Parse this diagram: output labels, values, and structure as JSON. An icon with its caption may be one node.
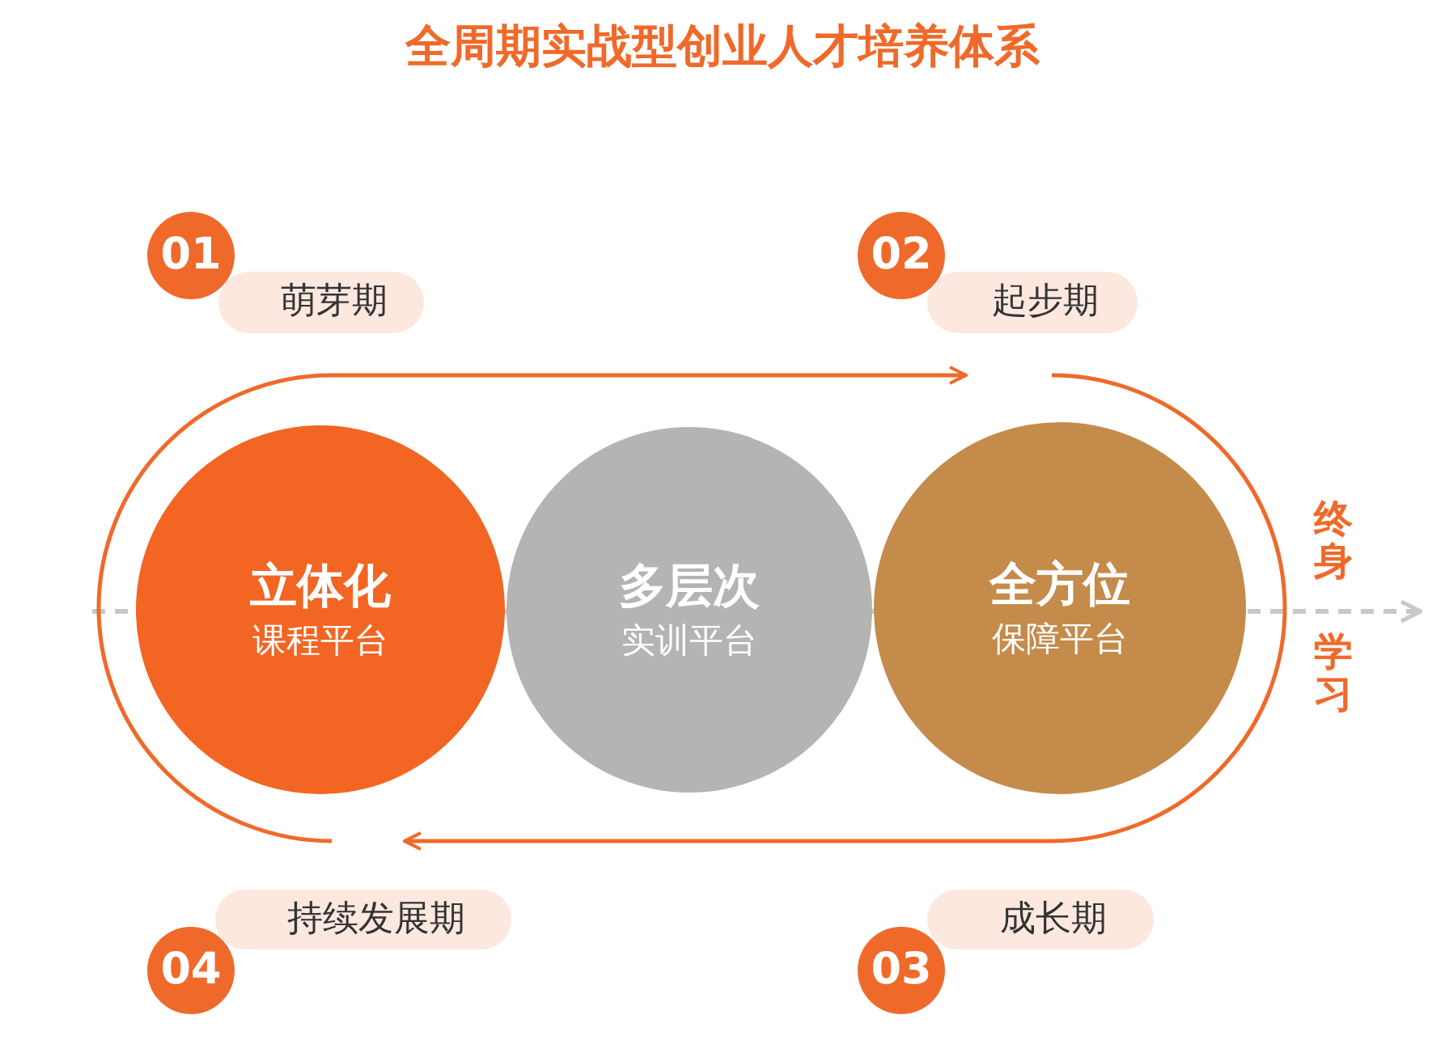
{
  "diagram": {
    "title": "全周期实战型创业人才培养体系",
    "nodes": [
      {
        "text": [
          "01"
        ]
      },
      {
        "text": [
          "萌芽期"
        ]
      },
      {
        "text": [
          "02"
        ]
      },
      {
        "text": [
          "起步期"
        ]
      },
      {
        "text": [
          "立体化",
          "课程平台"
        ]
      },
      {
        "text": [
          "多层次",
          "实训平台"
        ]
      },
      {
        "text": [
          "全方位",
          "保障平台"
        ]
      },
      {
        "text": [
          "持续发展期"
        ]
      },
      {
        "text": [
          "成长期"
        ]
      },
      {
        "text": [
          "04"
        ]
      },
      {
        "text": [
          "03"
        ]
      }
    ],
    "labels": [
      "终身",
      "学习"
    ]
  }
}
